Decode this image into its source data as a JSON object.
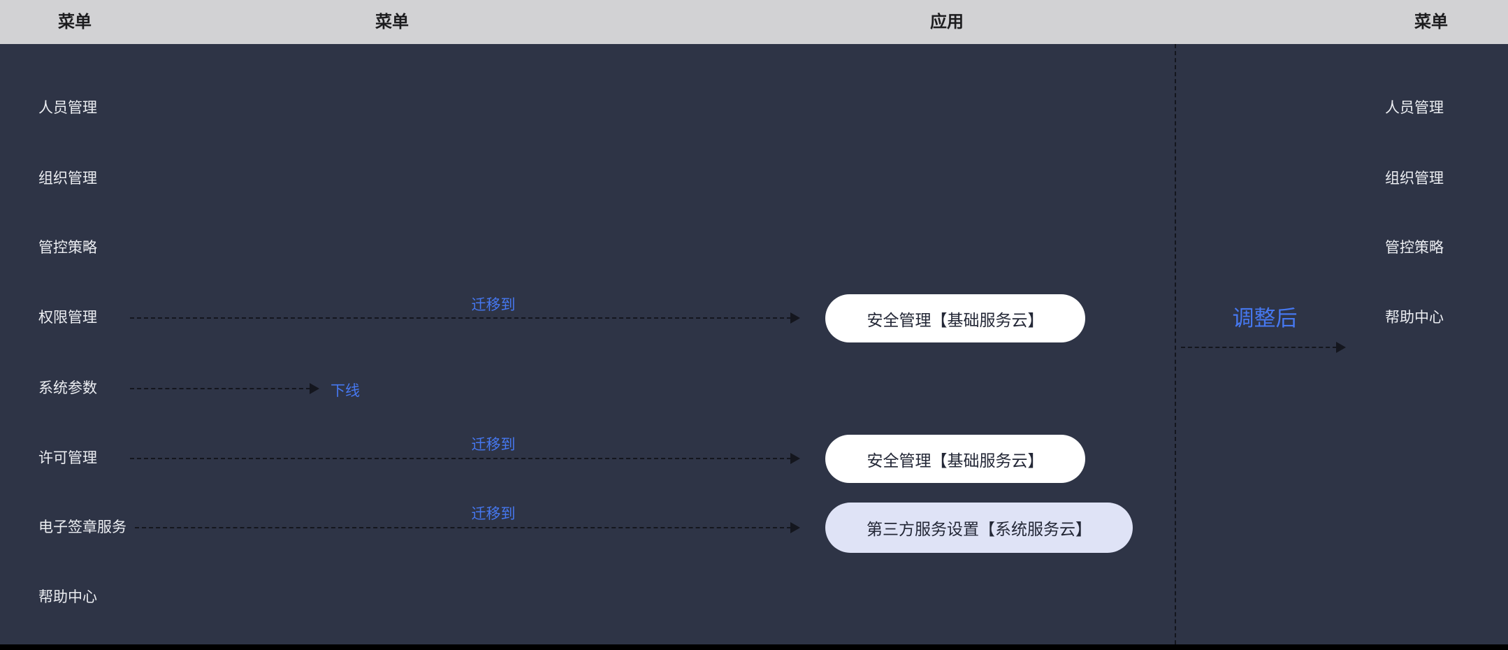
{
  "header": {
    "columns": [
      "菜单",
      "菜单",
      "应用",
      "菜单"
    ]
  },
  "left_menu": {
    "items": [
      "人员管理",
      "组织管理",
      "管控策略",
      "权限管理",
      "系统参数",
      "许可管理",
      "电子签章服务",
      "帮助中心"
    ]
  },
  "right_menu": {
    "items": [
      "人员管理",
      "组织管理",
      "管控策略",
      "帮助中心"
    ]
  },
  "migrations": {
    "permission": {
      "label": "迁移到",
      "target": "安全管理【基础服务云】"
    },
    "system_params": {
      "label": "下线"
    },
    "license": {
      "label": "迁移到",
      "target": "安全管理【基础服务云】"
    },
    "esign": {
      "label": "迁移到",
      "target": "第三方服务设置【系统服务云】"
    }
  },
  "divider": {
    "label": "调整后"
  },
  "colors": {
    "accent_blue": "#4678f0",
    "header_bg": "#d2d2d4",
    "body_bg": "#2e3446",
    "pill_white": "#ffffff",
    "pill_lavender": "#dfe3f6",
    "dash": "#14161e"
  }
}
